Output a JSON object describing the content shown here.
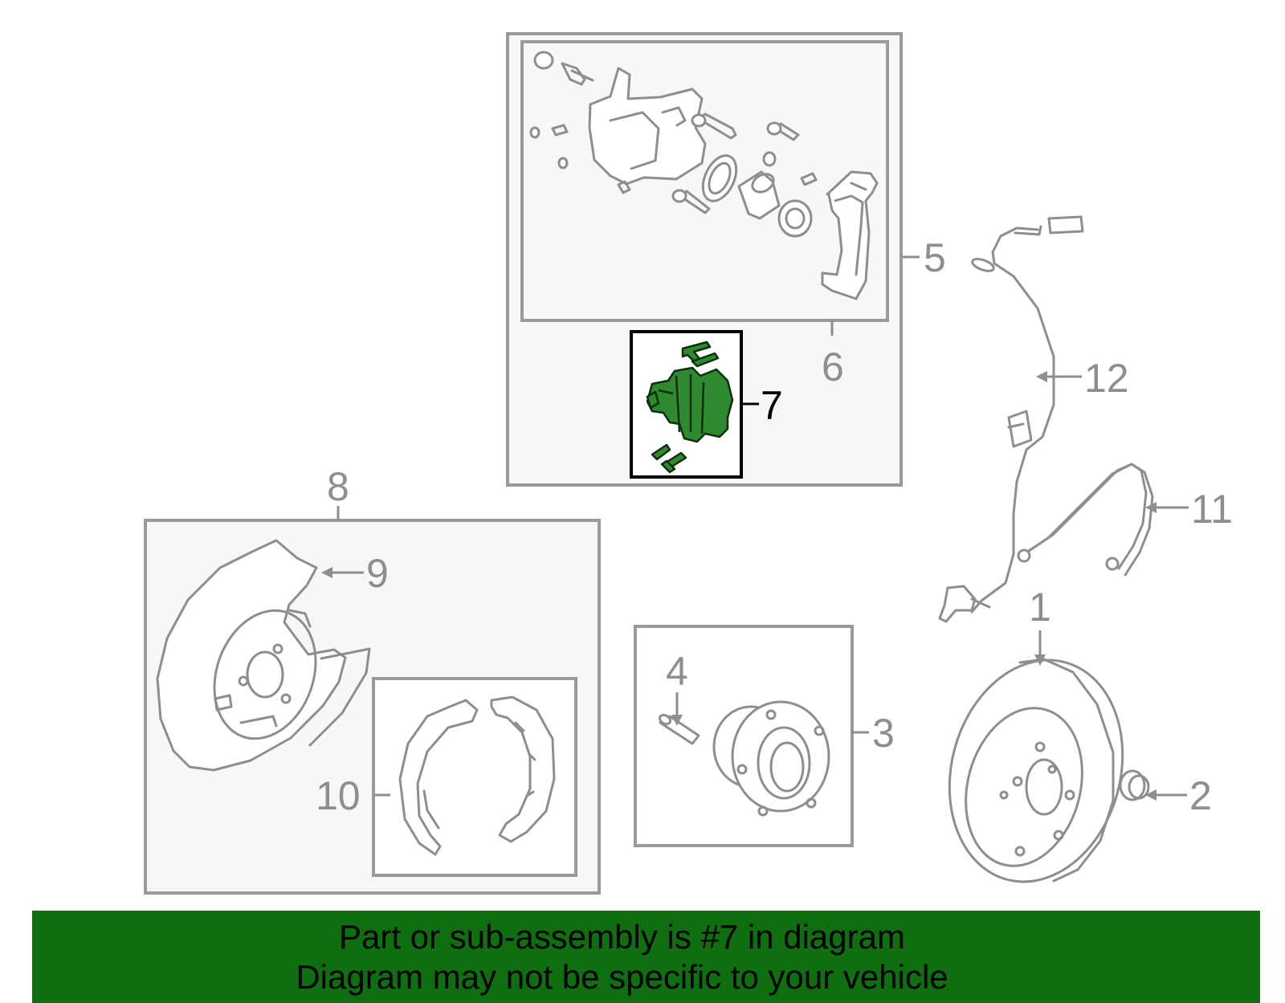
{
  "callouts": {
    "c1": "1",
    "c2": "2",
    "c3": "3",
    "c4": "4",
    "c5": "5",
    "c6": "6",
    "c7": "7",
    "c8": "8",
    "c9": "9",
    "c10": "10",
    "c11": "11",
    "c12": "12"
  },
  "highlighted_part": "7",
  "colors": {
    "highlight": "#2f8a2f",
    "banner": "#0f6e0f",
    "line_art": "#8e8e8e"
  },
  "banner": {
    "line1": "Part or sub-assembly is #7 in diagram",
    "line2": "Diagram may not be specific to your vehicle"
  }
}
